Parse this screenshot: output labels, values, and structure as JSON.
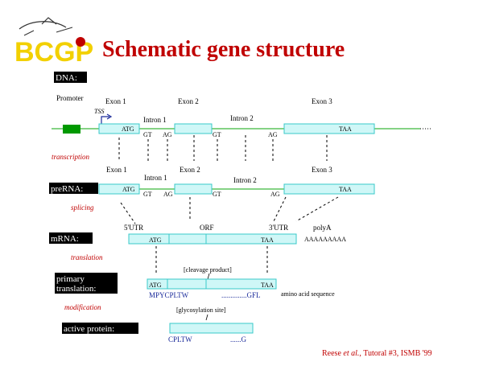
{
  "title": "Schematic gene structure",
  "logo": "BCGP",
  "rows": {
    "dna": "DNA:",
    "prerna": "preRNA:",
    "mrna": "mRNA:",
    "primary_translation_1": "primary",
    "primary_translation_2": "translation:",
    "active_protein": "active protein:"
  },
  "processes": {
    "transcription": "transcription",
    "splicing": "splicing",
    "translation": "translation",
    "modification": "modification"
  },
  "dna": {
    "promoter": "Promoter",
    "tss": "TSS",
    "exon1": "Exon 1",
    "exon2": "Exon 2",
    "exon3": "Exon 3",
    "intron1": "Intron 1",
    "intron2": "Intron 2",
    "atg": "ATG",
    "gt1": "GT",
    "ag1": "AG",
    "gt2": "GT",
    "ag2": "AG",
    "taa": "TAA"
  },
  "prerna": {
    "exon1": "Exon 1",
    "exon2": "Exon 2",
    "exon3": "Exon 3",
    "intron1": "Intron 1",
    "intron2": "Intron 2",
    "atg": "ATG",
    "gt1": "GT",
    "ag1": "AG",
    "gt2": "GT",
    "ag2": "AG",
    "taa": "TAA"
  },
  "mrna": {
    "utr5": "5'UTR",
    "orf": "ORF",
    "utr3": "3'UTR",
    "polya": "polyA",
    "atg": "ATG",
    "taa": "TAA",
    "polya_seq": "AAAAAAAAA"
  },
  "primary": {
    "cleavage": "[cleavage product]",
    "atg": "ATG",
    "taa": "TAA",
    "seq_start": "MPYCPLTW",
    "seq_end": "..............GFL",
    "aa_label": "amino acid sequence"
  },
  "active": {
    "glyco": "[glycosylation site]",
    "seq_start": "CPLTW",
    "seq_end": "......G"
  },
  "credit": {
    "pre": "Reese ",
    "etal": "et al.",
    "post": ", Tutoral #3, ISMB '99"
  }
}
